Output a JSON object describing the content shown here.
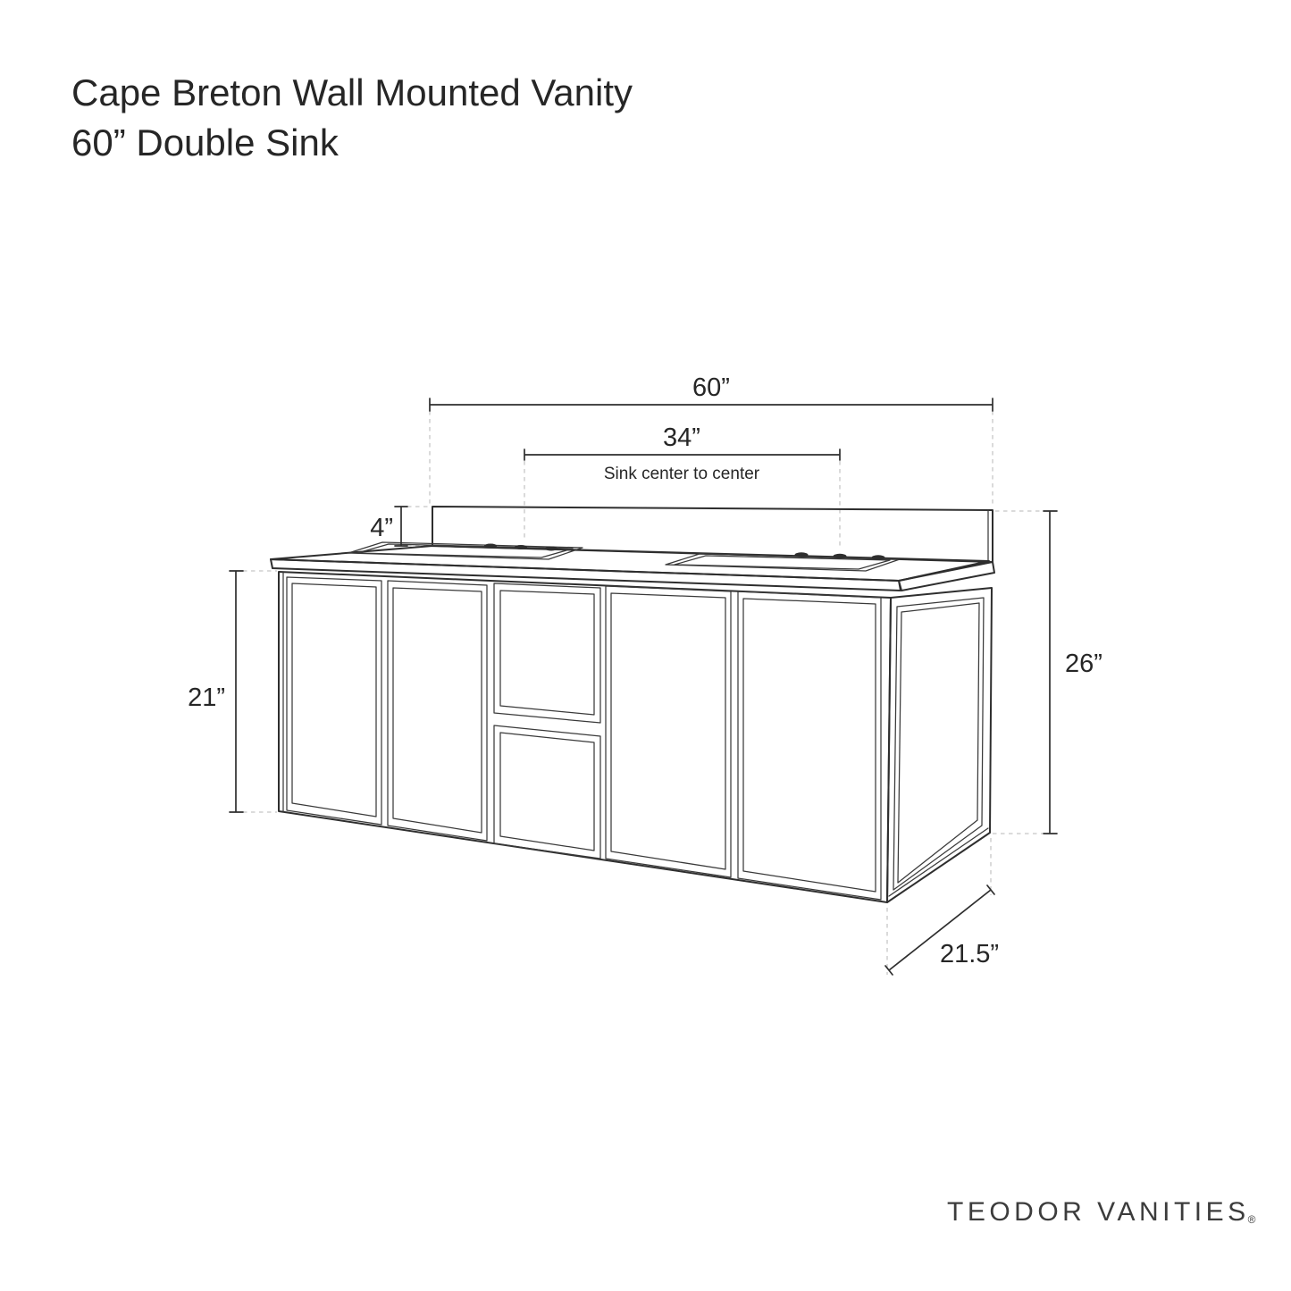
{
  "title": {
    "line1": "Cape Breton Wall Mounted Vanity",
    "line2": "60” Double Sink"
  },
  "drawing": {
    "dimensions": {
      "width": {
        "label": "60”"
      },
      "sink_spacing": {
        "label": "34”",
        "note": "Sink center to center"
      },
      "backsplash_height": {
        "label": "4”"
      },
      "cabinet_height": {
        "label": "21”"
      },
      "overall_height": {
        "label": "26”"
      },
      "depth": {
        "label": "21.5”"
      }
    },
    "features": {
      "sinks": 2,
      "faucet_holes_per_sink": 3,
      "doors": 4,
      "drawers": 2
    }
  },
  "brand": {
    "logo": "TEODOR VANITIES",
    "mark": "®"
  },
  "colors": {
    "line": "#2e2e2e",
    "dash": "#c5c5c5",
    "text": "#262626",
    "background": "#ffffff"
  }
}
